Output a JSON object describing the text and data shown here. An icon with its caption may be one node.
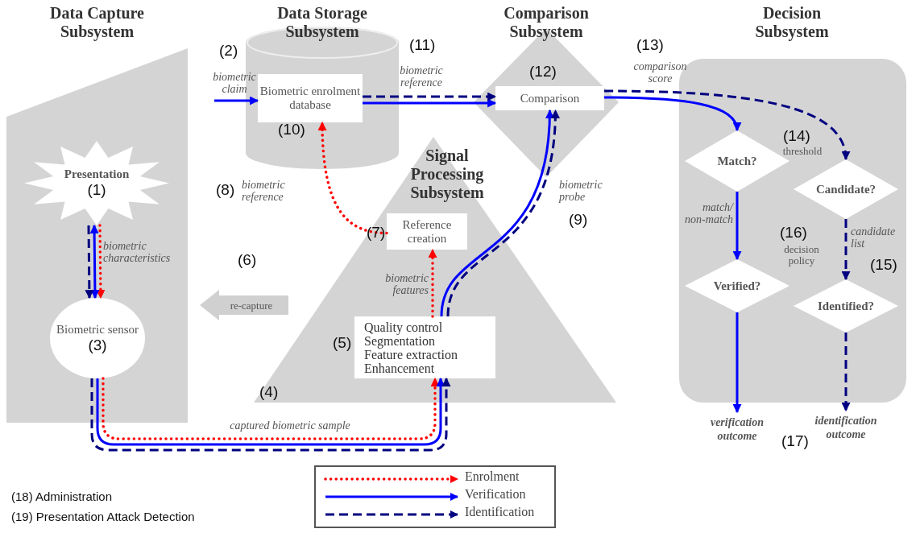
{
  "diagram": {
    "nodes": [
      {
        "text": [
          "Data Capture Subsystem"
        ]
      },
      {
        "text": [
          "Presentation",
          "(1)"
        ],
        "in": 0
      },
      {
        "text": [
          "Biometric sensor",
          "(3)"
        ],
        "in": 0
      },
      {
        "text": [
          "Data Storage Subsystem"
        ]
      },
      {
        "text": [
          "Biometric enrolment database"
        ],
        "in": 3,
        "beside": [
          "(10)"
        ]
      },
      {
        "text": [
          "Signal Processing Subsystem"
        ]
      },
      {
        "text": [
          "Reference creation"
        ],
        "in": 5,
        "beside": [
          "(7)"
        ]
      },
      {
        "text": [
          "Quality control",
          "Segmentation",
          "Feature extraction",
          "Enhancement"
        ],
        "in": 5,
        "beside": [
          "(5)"
        ]
      },
      {
        "text": [
          "Comparison Subsystem"
        ]
      },
      {
        "text": [
          "Comparison"
        ],
        "in": 8,
        "beside": [
          "(12)"
        ]
      },
      {
        "text": [
          "Decision Subsystem"
        ]
      },
      {
        "text": [
          "Match?"
        ],
        "in": 10
      },
      {
        "text": [
          "Candidate?"
        ],
        "in": 10
      },
      {
        "text": [
          "Verified?"
        ],
        "in": 10
      },
      {
        "text": [
          "Identified?"
        ],
        "in": 10
      },
      {
        "text": [
          "verification outcome"
        ]
      },
      {
        "text": [
          "identification outcome"
        ]
      },
      {
        "text": [
          "re-capture"
        ],
        "beside": [
          "(6)"
        ]
      }
    ],
    "edges": [
      {
        "from": null,
        "to": 4,
        "arrow": "to",
        "label": "biometric claim",
        "color": "#0000ff"
      },
      {
        "from": 1,
        "to": 2,
        "arrow": "to",
        "label": "biometric characteristics",
        "style": "dashed",
        "color": "#ff0000"
      },
      {
        "from": 1,
        "to": 2,
        "arrow": "both",
        "color": "#0000ff"
      },
      {
        "from": 1,
        "to": 2,
        "arrow": "to",
        "style": "dashed",
        "color": "#000080"
      },
      {
        "from": 2,
        "to": 7,
        "arrow": "to",
        "label": "captured biometric sample",
        "style": "dashed",
        "color": "#ff0000"
      },
      {
        "from": 2,
        "to": 7,
        "arrow": "to",
        "color": "#0000ff"
      },
      {
        "from": 2,
        "to": 7,
        "arrow": "to",
        "style": "dashed",
        "color": "#000080"
      },
      {
        "from": 7,
        "to": 6,
        "arrow": "to",
        "label": "biometric features",
        "style": "dashed",
        "color": "#ff0000"
      },
      {
        "from": 6,
        "to": 4,
        "arrow": "to",
        "label": "biometric reference",
        "style": "dashed",
        "color": "#ff0000"
      },
      {
        "from": 7,
        "to": 9,
        "arrow": "to",
        "label": "biometric probe",
        "color": "#0000ff"
      },
      {
        "from": 7,
        "to": 9,
        "arrow": "to",
        "style": "dashed",
        "color": "#000080"
      },
      {
        "from": 4,
        "to": 9,
        "arrow": "to",
        "label": "biometric reference",
        "color": "#0000ff"
      },
      {
        "from": 4,
        "to": 9,
        "arrow": "to",
        "style": "dashed",
        "color": "#000080"
      },
      {
        "from": 9,
        "to": 11,
        "arrow": "to",
        "label": "comparison score",
        "color": "#0000ff"
      },
      {
        "from": 9,
        "to": 12,
        "arrow": "to",
        "style": "dashed",
        "color": "#000080"
      },
      {
        "from": 11,
        "to": 13,
        "arrow": "to",
        "label": "match/ non-match",
        "color": "#0000ff"
      },
      {
        "from": 12,
        "to": 14,
        "arrow": "to",
        "label": "candidate list",
        "style": "dashed",
        "color": "#000080"
      },
      {
        "from": 13,
        "to": 15,
        "arrow": "to",
        "color": "#0000ff"
      },
      {
        "from": 14,
        "to": 16,
        "arrow": "to",
        "style": "dashed",
        "color": "#000080"
      }
    ],
    "labels": [
      "(2)",
      "(11)",
      "(13)",
      "(14)",
      "threshold",
      "(8)",
      "(9)",
      "(16)",
      "decision policy",
      "(15)",
      "(4)",
      "(17)",
      "(18) Administration",
      "(19) Presentation Attack Detection"
    ],
    "legend": [
      {
        "text": "Enrolment"
      },
      {
        "text": "Verification"
      },
      {
        "text": "Identification"
      }
    ]
  }
}
